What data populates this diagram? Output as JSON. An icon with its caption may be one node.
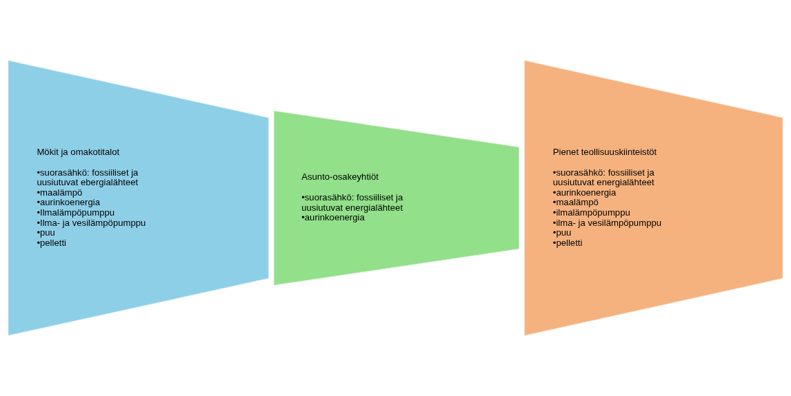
{
  "diagram": {
    "nodes": [
      {
        "text": [
          "Mökit ja omakotitalot",
          "•suorasähkö: fossiiliset ja uusiutuvat ebergialähteet",
          "•maalämpö",
          "•aurinkoenergia",
          "•Ilmalämpöpumppu",
          "•Ilma- ja vesilämpöpumppu",
          "•puu",
          "•pelletti"
        ]
      },
      {
        "text": [
          "Asunto-osakeyhtiöt",
          "•suorasähkö: fossiiliset ja uusiutuvat energialähteet",
          "•aurinkoenergia"
        ]
      },
      {
        "text": [
          "Pienet teollisuuskiinteistöt",
          "•suorasähkö: fossiiliset ja uusiutuvat energialähteet",
          "•aurinkoenergia",
          "•maalämpö",
          "•ilmalämpöpumppu",
          "•ilma- ja vesilämpöpumppu",
          "•puu",
          "•pelletti"
        ]
      }
    ]
  }
}
